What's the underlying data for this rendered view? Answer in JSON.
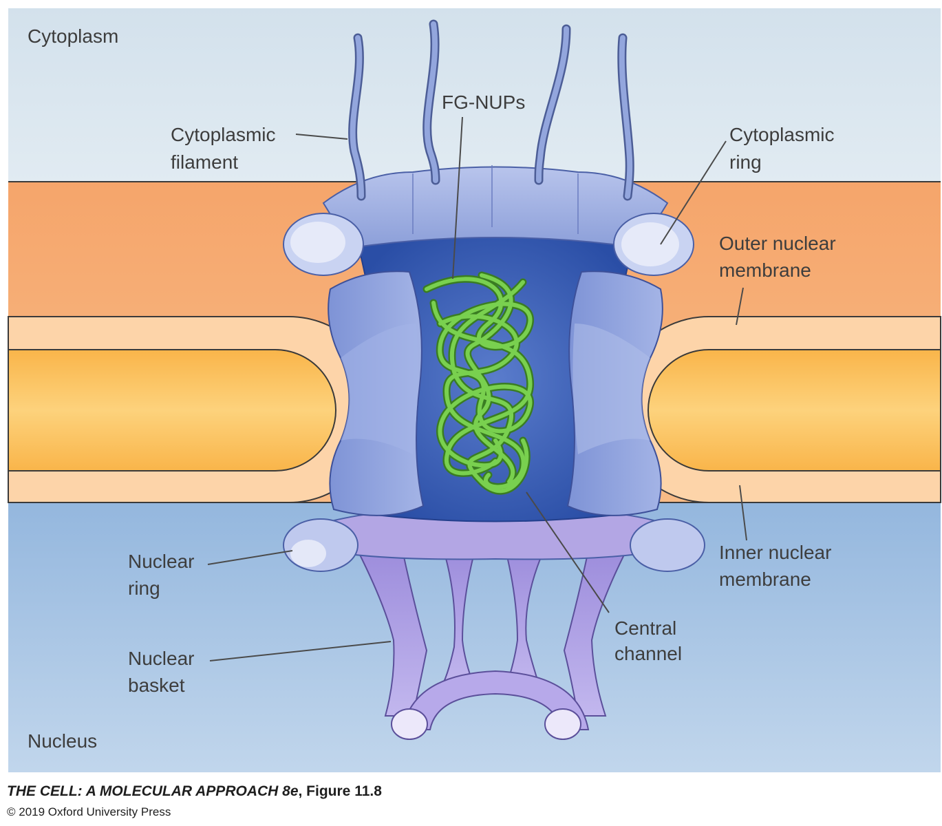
{
  "figure": {
    "regions": {
      "cytoplasm": "Cytoplasm",
      "nucleus": "Nucleus"
    },
    "labels": {
      "cytoplasmic_filament": [
        "Cytoplasmic",
        "filament"
      ],
      "fg_nups": "FG-NUPs",
      "cytoplasmic_ring": [
        "Cytoplasmic",
        "ring"
      ],
      "outer_nuclear_membrane": [
        "Outer nuclear",
        "membrane"
      ],
      "inner_nuclear_membrane": [
        "Inner nuclear",
        "membrane"
      ],
      "nuclear_ring": [
        "Nuclear",
        "ring"
      ],
      "nuclear_basket": [
        "Nuclear",
        "basket"
      ],
      "central_channel": [
        "Central",
        "channel"
      ]
    },
    "colors": {
      "cytoplasm": "#dae6ef",
      "nucleus": "#9fbfe0",
      "membrane_outer": "#f7b27b",
      "membrane_light": "#fcd3a8",
      "lumen": "#fbc45d",
      "pore_dark": "#2f56b0",
      "pore_light": "#8ea3dc",
      "basket": "#a99be0",
      "fg_nups": "#6fc94a"
    }
  },
  "caption": {
    "title": "THE CELL: A MOLECULAR APPROACH 8e",
    "figure_ref": ", Figure 11.8",
    "copyright": "© 2019 Oxford University Press"
  }
}
